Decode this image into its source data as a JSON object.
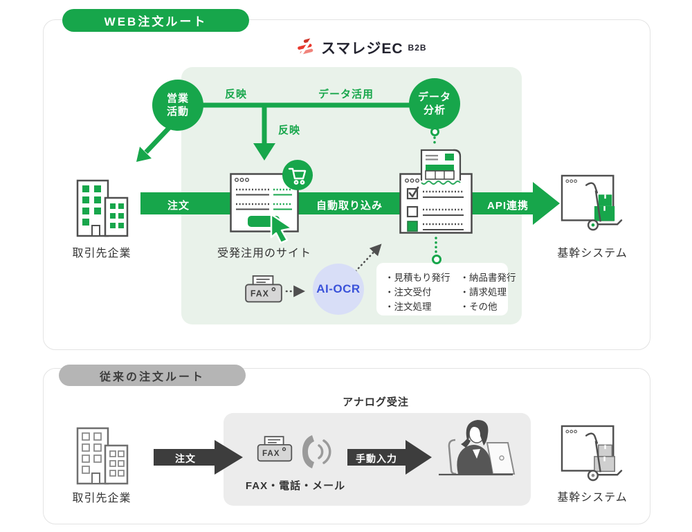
{
  "colors": {
    "green": "#17a64b",
    "panel_green": "#e9f2ea",
    "gray_pill": "#b5b5b5",
    "dark_arrow": "#3d3d3d",
    "gray_box": "#ececec",
    "ai_bg": "#d8def7",
    "ai_text": "#3a52d9",
    "logo_red": "#e8392e"
  },
  "web_route": {
    "pill_label": "WEB注文ルート",
    "logo": {
      "brand": "スマレジEC",
      "suffix": "B2B"
    },
    "sales_circle": {
      "line1": "営業",
      "line2": "活動"
    },
    "data_circle": {
      "line1": "データ",
      "line2": "分析"
    },
    "flow_labels": {
      "reflect_top": "反映",
      "data_use": "データ活用",
      "reflect_down": "反映",
      "order": "注文",
      "auto_import": "自動取り込み",
      "api": "API連携"
    },
    "client_label": "取引先企業",
    "site_label": "受発注用のサイト",
    "core_label": "基幹システム",
    "fax_label": "FAX",
    "ai_ocr_label": "AI-OCR",
    "features": {
      "col1": [
        "・見積もり発行",
        "・注文受付",
        "・注文処理"
      ],
      "col2": [
        "・納品書発行",
        "・請求処理",
        "・その他"
      ]
    }
  },
  "legacy_route": {
    "pill_label": "従来の注文ルート",
    "analog_label": "アナログ受注",
    "client_label": "取引先企業",
    "order": "注文",
    "fax_label": "FAX",
    "channels_label": "FAX・電話・メール",
    "manual_input": "手動入力",
    "core_label": "基幹システム"
  }
}
